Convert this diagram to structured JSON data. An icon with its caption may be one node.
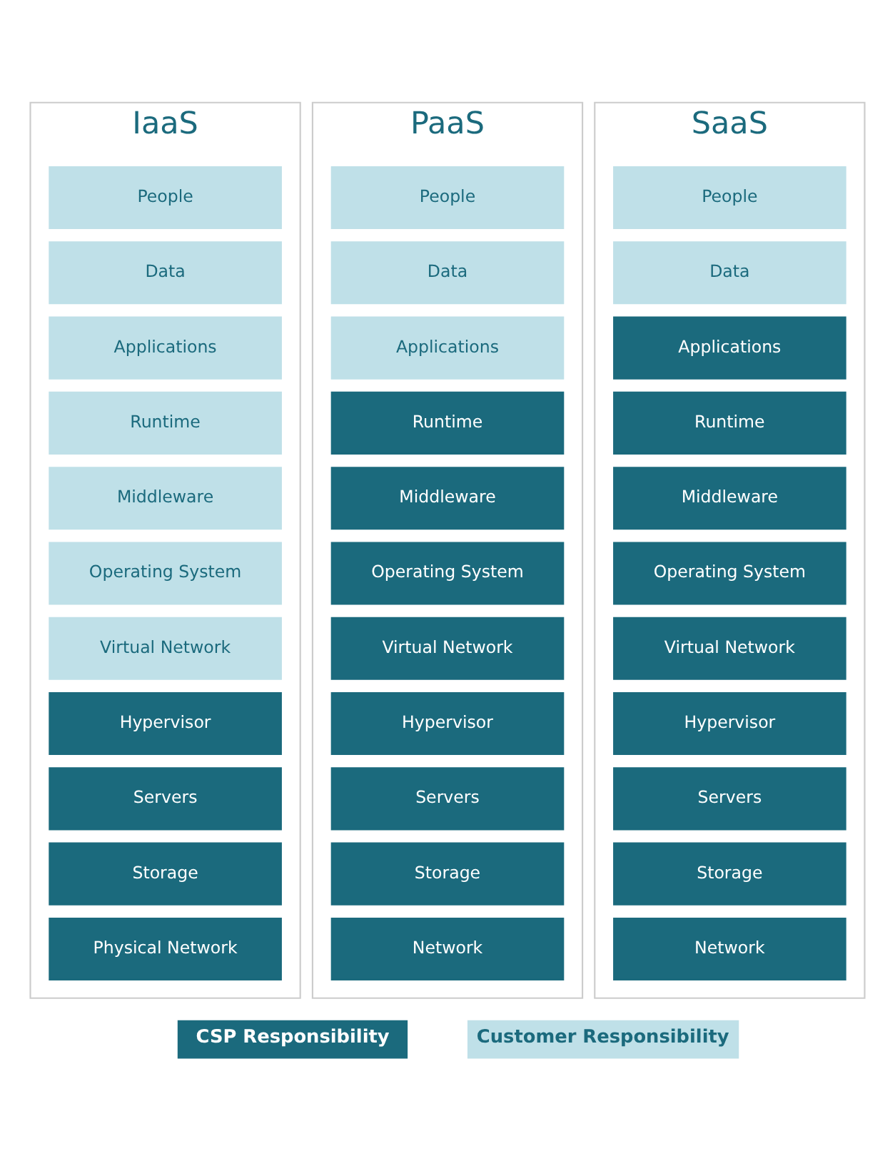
{
  "diagram": {
    "nodes": [
      {
        "text": [
          "IaaS"
        ]
      },
      {
        "text": [
          "People"
        ],
        "in": 0
      },
      {
        "text": [
          "Data"
        ],
        "in": 0
      },
      {
        "text": [
          "Applications"
        ],
        "in": 0
      },
      {
        "text": [
          "Runtime"
        ],
        "in": 0
      },
      {
        "text": [
          "Middleware"
        ],
        "in": 0
      },
      {
        "text": [
          "Operating System"
        ],
        "in": 0
      },
      {
        "text": [
          "Virtual Network"
        ],
        "in": 0
      },
      {
        "text": [
          "Hypervisor"
        ],
        "in": 0
      },
      {
        "text": [
          "Servers"
        ],
        "in": 0
      },
      {
        "text": [
          "Storage"
        ],
        "in": 0
      },
      {
        "text": [
          "Physical Network"
        ],
        "in": 0
      },
      {
        "text": [
          "PaaS"
        ]
      },
      {
        "text": [
          "People"
        ],
        "in": 12
      },
      {
        "text": [
          "Data"
        ],
        "in": 12
      },
      {
        "text": [
          "Applications"
        ],
        "in": 12
      },
      {
        "text": [
          "Runtime"
        ],
        "in": 12
      },
      {
        "text": [
          "Middleware"
        ],
        "in": 12
      },
      {
        "text": [
          "Operating System"
        ],
        "in": 12
      },
      {
        "text": [
          "Virtual Network"
        ],
        "in": 12
      },
      {
        "text": [
          "Hypervisor"
        ],
        "in": 12
      },
      {
        "text": [
          "Servers"
        ],
        "in": 12
      },
      {
        "text": [
          "Storage"
        ],
        "in": 12
      },
      {
        "text": [
          "Network"
        ],
        "in": 12
      },
      {
        "text": [
          "SaaS"
        ]
      },
      {
        "text": [
          "People"
        ],
        "in": 24
      },
      {
        "text": [
          "Data"
        ],
        "in": 24
      },
      {
        "text": [
          "Applications"
        ],
        "in": 24
      },
      {
        "text": [
          "Runtime"
        ],
        "in": 24
      },
      {
        "text": [
          "Middleware"
        ],
        "in": 24
      },
      {
        "text": [
          "Operating System"
        ],
        "in": 24
      },
      {
        "text": [
          "Virtual Network"
        ],
        "in": 24
      },
      {
        "text": [
          "Hypervisor"
        ],
        "in": 24
      },
      {
        "text": [
          "Servers"
        ],
        "in": 24
      },
      {
        "text": [
          "Storage"
        ],
        "in": 24
      },
      {
        "text": [
          "Network"
        ],
        "in": 24
      }
    ],
    "edges": [],
    "legend": [
      {
        "text": "CSP Responsibility",
        "color": "#1b6a7d"
      },
      {
        "text": "Customer Responsibility",
        "color": "#bfe0e8"
      }
    ]
  }
}
